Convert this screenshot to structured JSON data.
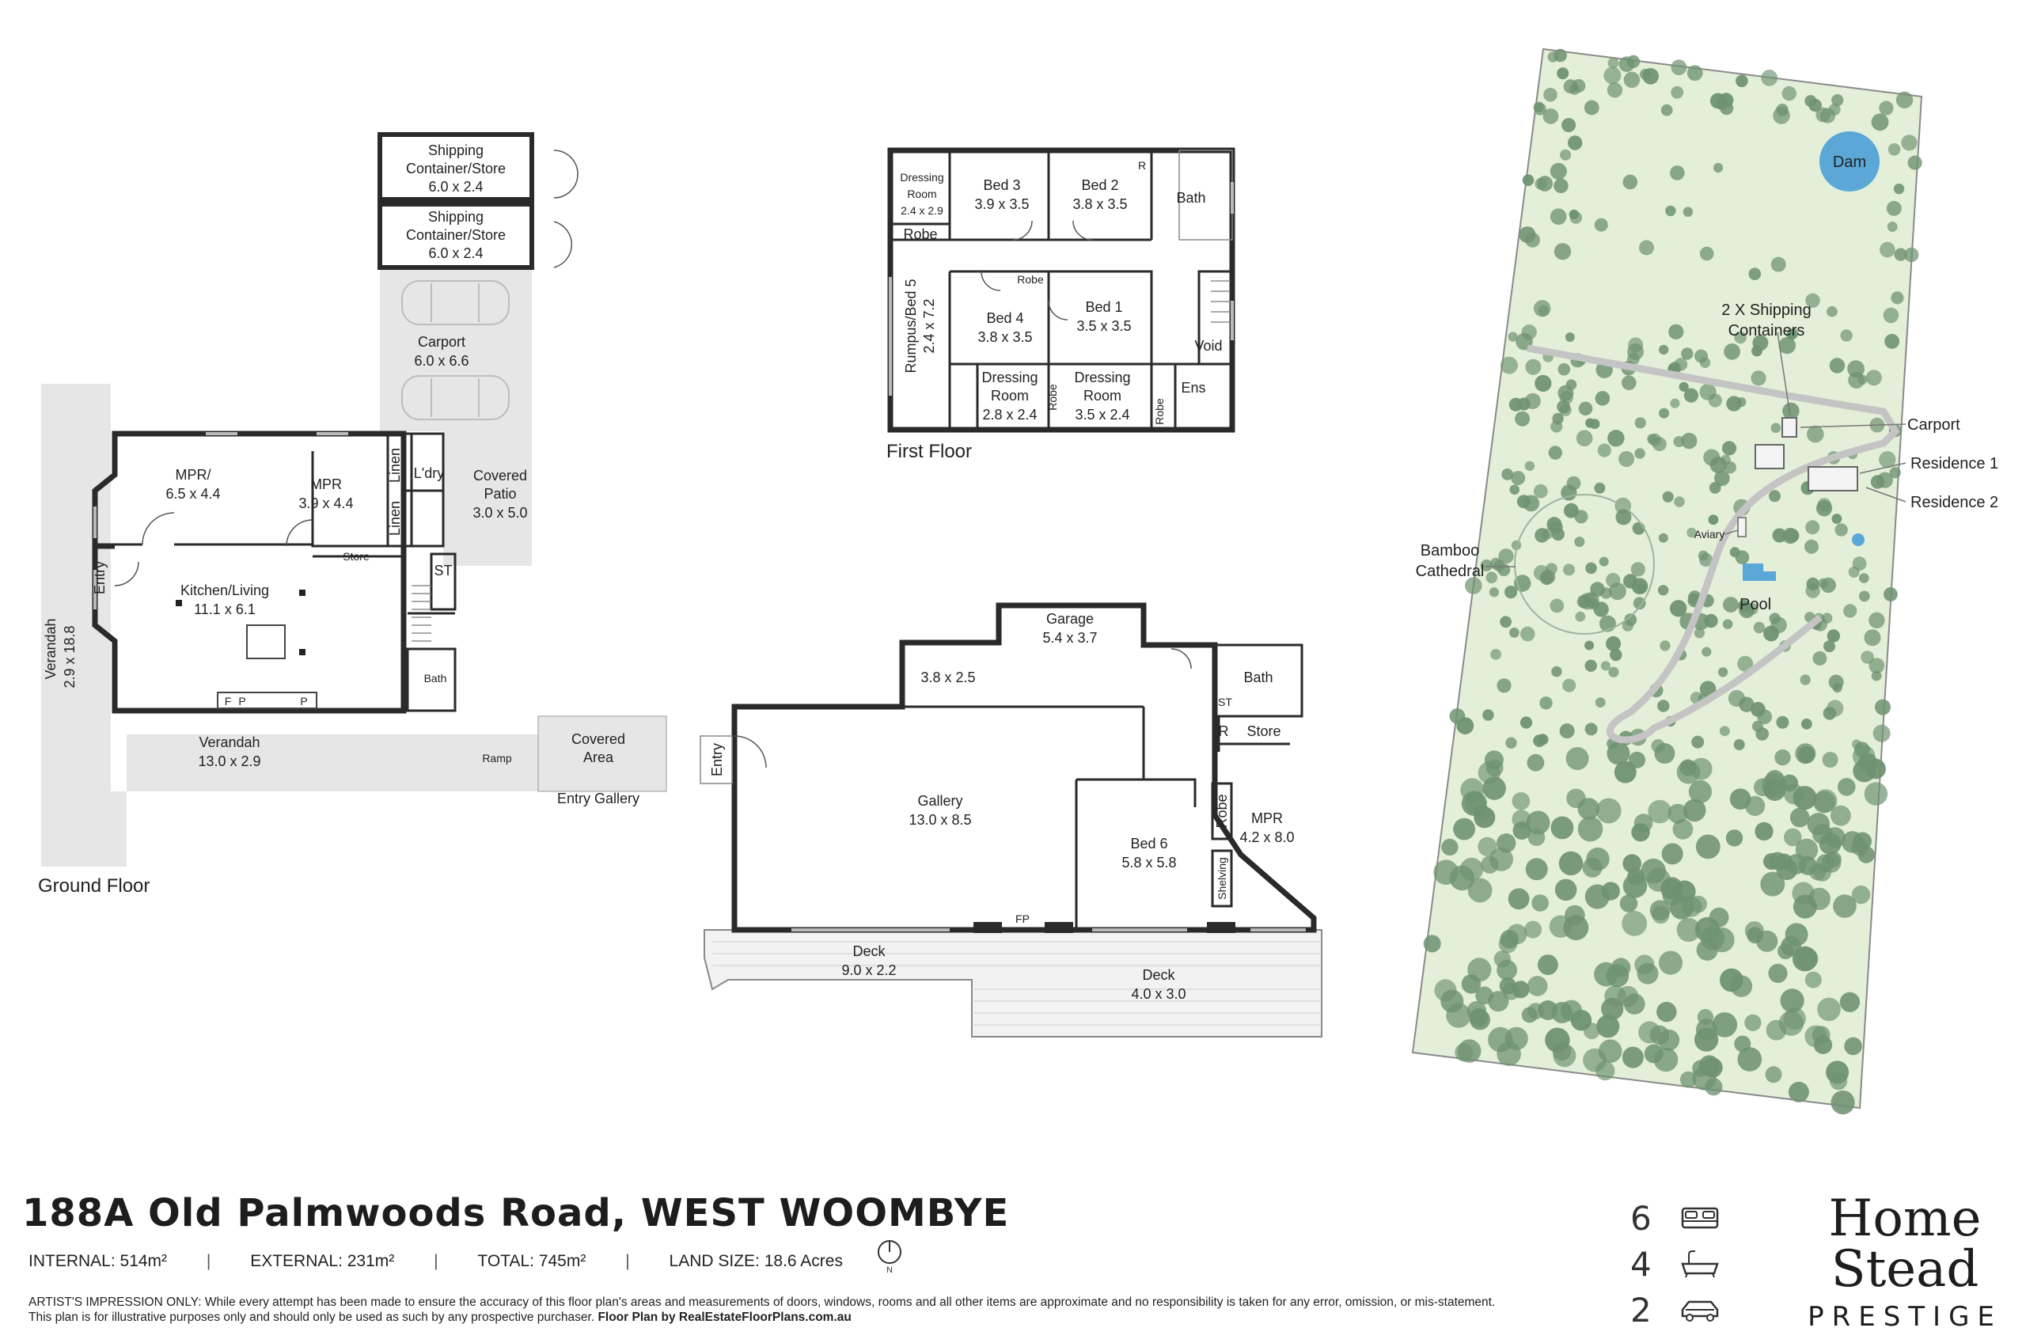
{
  "floor_titles": {
    "ground": "Ground Floor",
    "first": "First Floor"
  },
  "ground_floor": {
    "shipping1": [
      "Shipping",
      "Container/Store",
      "6.0 x 2.4"
    ],
    "shipping2": [
      "Shipping",
      "Container/Store",
      "6.0 x 2.4"
    ],
    "carport": [
      "Carport",
      "6.0 x 6.6"
    ],
    "mpr1": [
      "MPR/",
      "6.5 x 4.4"
    ],
    "mpr2": [
      "MPR",
      "3.9 x 4.4"
    ],
    "linen1": "Linen",
    "linen2": "Linen",
    "laundry": "L'dry",
    "covered_patio": [
      "Covered",
      "Patio",
      "3.0 x 5.0"
    ],
    "store_small": "Store",
    "st": "ST",
    "kitchen": [
      "Kitchen/Living",
      "11.1 x 6.1"
    ],
    "entry_left": "Entry",
    "verandah_side": [
      "Verandah",
      "2.9 x 18.8"
    ],
    "bath_small": "Bath",
    "fp_labels": [
      "F",
      "P",
      "P"
    ],
    "verandah_front": [
      "Verandah",
      "13.0 x 2.9"
    ],
    "ramp": "Ramp",
    "covered_area": [
      "Covered",
      "Area"
    ],
    "entry_gallery": "Entry Gallery",
    "entry_right": "Entry",
    "garage": [
      "Garage",
      "5.4 x 3.7"
    ],
    "room_38": "3.8 x 2.5",
    "gallery": [
      "Gallery",
      "13.0 x 8.5"
    ],
    "bath_right": "Bath",
    "st_right": "ST",
    "r_right": "R",
    "store_right": "Store",
    "robe_right": "Robe",
    "mpr_right": [
      "MPR",
      "4.2 x 8.0"
    ],
    "shelving": "Shelving",
    "bed6": [
      "Bed 6",
      "5.8 x 5.8"
    ],
    "fp": "FP",
    "deck1": [
      "Deck",
      "9.0 x 2.2"
    ],
    "deck2": [
      "Deck",
      "4.0 x 3.0"
    ]
  },
  "first_floor": {
    "dressing1": [
      "Dressing",
      "Room",
      "2.4 x 2.9"
    ],
    "robe1": "Robe",
    "bed3": [
      "Bed 3",
      "3.9 x 3.5"
    ],
    "bed2": [
      "Bed 2",
      "3.8 x 3.5"
    ],
    "r": "R",
    "bath": "Bath",
    "robe2": "Robe",
    "rumpus": [
      "Rumpus/Bed 5",
      "2.4 x 7.2"
    ],
    "bed4": [
      "Bed 4",
      "3.8 x 3.5"
    ],
    "bed1": [
      "Bed 1",
      "3.5 x 3.5"
    ],
    "void": "Void",
    "dressing2": [
      "Dressing",
      "Room",
      "2.8 x 2.4"
    ],
    "robe3": "Robe",
    "dressing3": [
      "Dressing",
      "Room",
      "3.5 x 2.4"
    ],
    "ens": "Ens",
    "robe4": "Robe"
  },
  "site_plan": {
    "dam": "Dam",
    "shipping": [
      "2 X Shipping",
      "Containers"
    ],
    "carport": "Carport",
    "residence1": "Residence 1",
    "residence2": "Residence 2",
    "aviary": "Aviary",
    "bamboo": [
      "Bamboo",
      "Cathedral"
    ],
    "pool": "Pool"
  },
  "footer": {
    "address_part1": "188A Old Palmwoods Road, ",
    "address_part2": "WEST WOOMBYE",
    "internal": "INTERNAL: 514m²",
    "external": "EXTERNAL: 231m²",
    "total": "TOTAL: 745m²",
    "land": "LAND SIZE: 18.6 Acres",
    "separator": "|",
    "compass_letter": "N",
    "disclaimer_lead": "ARTIST'S IMPRESSION ONLY:",
    "disclaimer_body": " While every attempt has been made to ensure the accuracy of this floor plan's areas and measurements of doors, windows, rooms and all other items are approximate and no responsibility is taken for any error, omission, or mis-statement. This plan is for illustrative purposes only and should only be used as such by any prospective purchaser. ",
    "disclaimer_credit": "Floor Plan by RealEstateFloorPlans.com.au"
  },
  "counts": {
    "beds": "6",
    "baths": "4",
    "cars": "2",
    "icons": [
      "bed-icon",
      "bath-icon",
      "car-icon"
    ]
  },
  "brand": {
    "line1": "Home",
    "line2": "Stead",
    "line3": "PRESTIGE"
  },
  "colors": {
    "site_bg": "#e3efd8",
    "tree": "#6f9272",
    "dam": "#5aa7d8",
    "verandah": "#e6e6e6",
    "wall": "#2a2a2a"
  }
}
